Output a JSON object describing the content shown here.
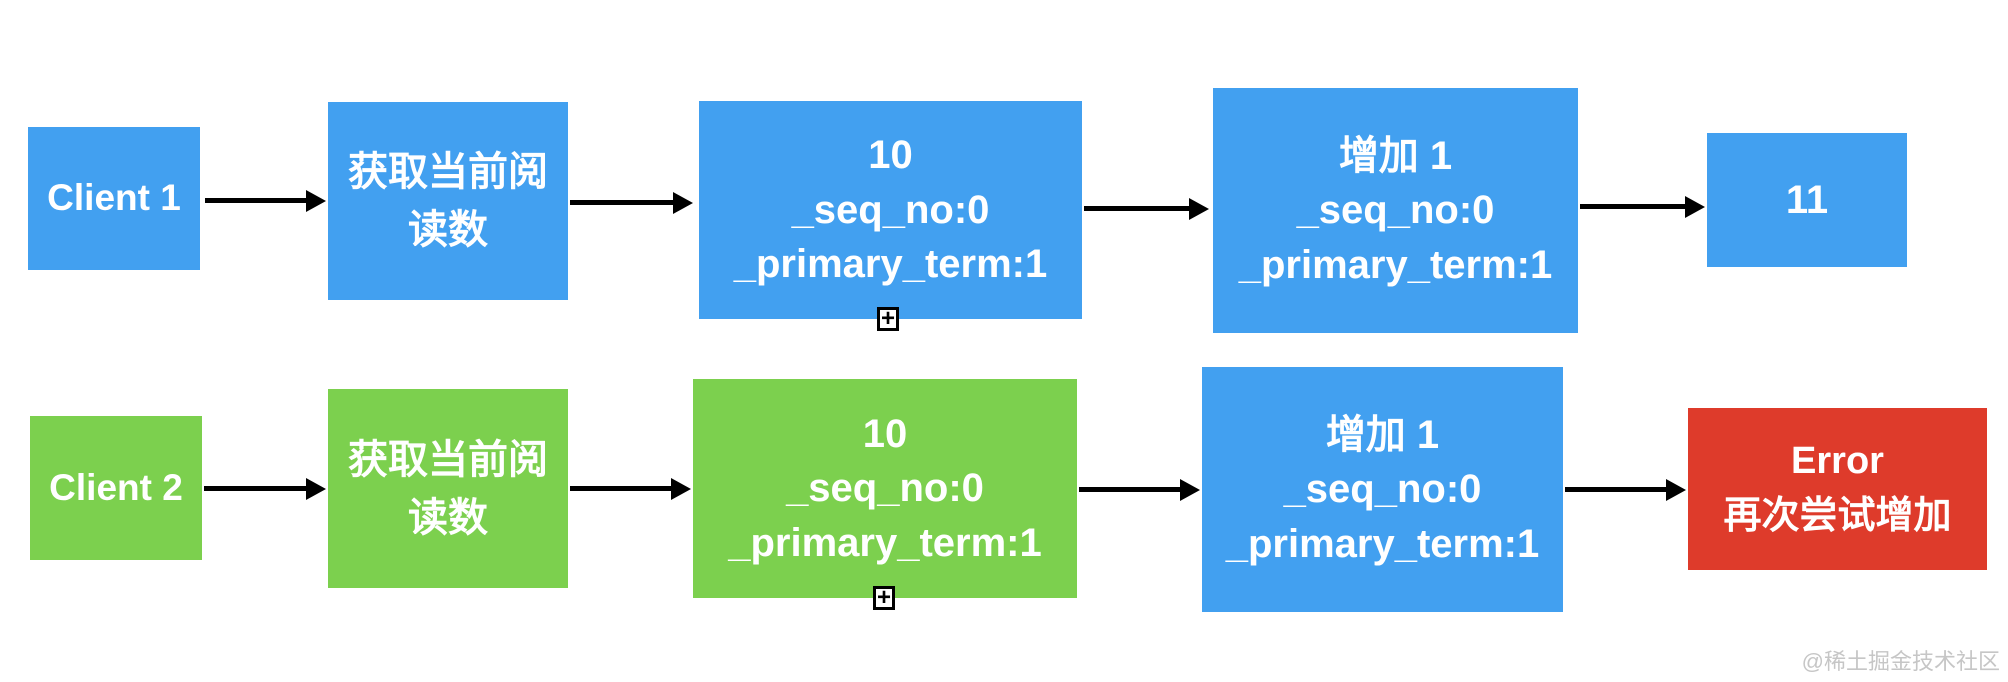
{
  "colors": {
    "blue": "#42A0F0",
    "green": "#7CD04E",
    "red": "#DE3B2B",
    "arrow": "#000000",
    "watermark_gray": "#C6C6C6"
  },
  "watermark": "@稀土掘金技术社区",
  "icons": {
    "expand_plus_glyph": "+"
  },
  "rows": [
    {
      "label": "client-1-flow",
      "nodes": [
        {
          "id": "client-1",
          "lines": [
            "Client 1"
          ]
        },
        {
          "id": "fetch-current-reads-1",
          "lines": [
            "获取当前阅",
            "读数"
          ]
        },
        {
          "id": "doc-state-1",
          "lines": [
            "10",
            "_seq_no:0",
            "_primary_term:1"
          ]
        },
        {
          "id": "increment-1",
          "lines": [
            "增加 1",
            "_seq_no:0",
            "_primary_term:1"
          ]
        },
        {
          "id": "result-1",
          "lines": [
            "11"
          ]
        }
      ]
    },
    {
      "label": "client-2-flow",
      "nodes": [
        {
          "id": "client-2",
          "lines": [
            "Client 2"
          ]
        },
        {
          "id": "fetch-current-reads-2",
          "lines": [
            "获取当前阅",
            "读数"
          ]
        },
        {
          "id": "doc-state-2",
          "lines": [
            "10",
            "_seq_no:0",
            "_primary_term:1"
          ]
        },
        {
          "id": "increment-2",
          "lines": [
            "增加 1",
            "_seq_no:0",
            "_primary_term:1"
          ]
        },
        {
          "id": "error-result",
          "lines": [
            "Error",
            "再次尝试增加"
          ]
        }
      ]
    }
  ]
}
